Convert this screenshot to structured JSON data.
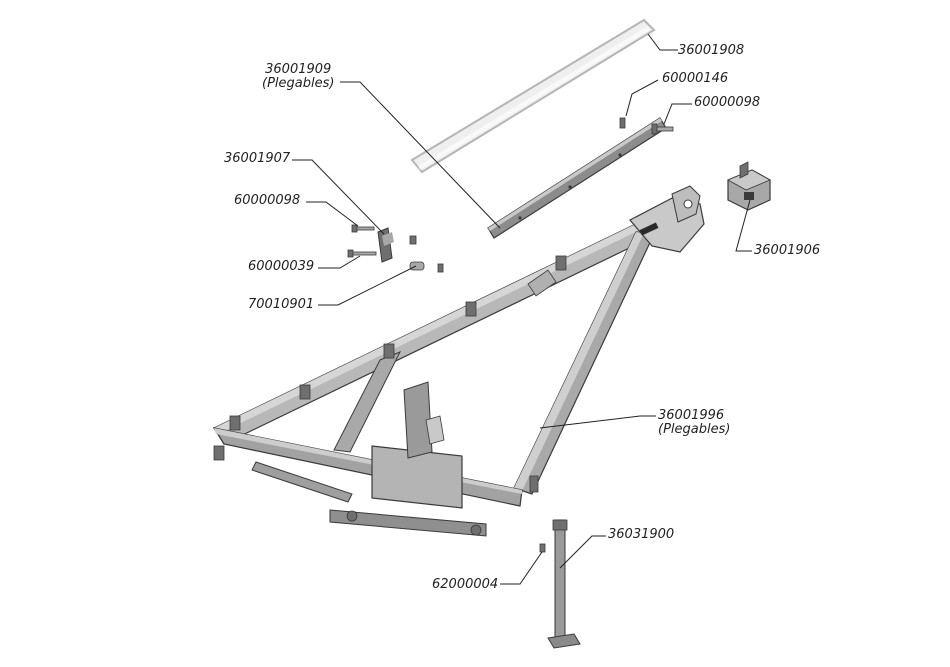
{
  "colors": {
    "steel_light": "#c9c9c9",
    "steel_mid": "#a8a8a8",
    "steel_dark": "#6f6f6f",
    "outline": "#3a3a3a",
    "ghost_fill": "#efefef",
    "ghost_stroke": "#b5b5b5",
    "leader": "#222222"
  },
  "labels": {
    "p36001908": {
      "code": "36001908"
    },
    "p60000146": {
      "code": "60000146"
    },
    "p60000098_right": {
      "code": "60000098"
    },
    "p36001909": {
      "code": "36001909",
      "note": "(Plegables)"
    },
    "p36001907": {
      "code": "36001907"
    },
    "p60000098_left": {
      "code": "60000098"
    },
    "p60000039": {
      "code": "60000039"
    },
    "p70010901": {
      "code": "70010901"
    },
    "p36001906": {
      "code": "36001906"
    },
    "p36001996": {
      "code": "36001996",
      "note": "(Plegables)"
    },
    "p36031900": {
      "code": "36031900"
    },
    "p62000004": {
      "code": "62000004"
    }
  }
}
